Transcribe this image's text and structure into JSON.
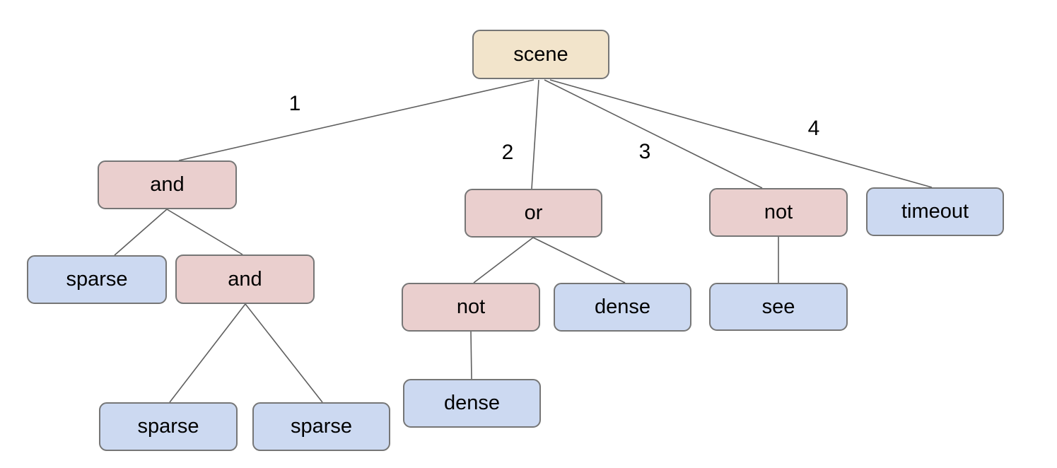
{
  "diagram": {
    "type": "tree",
    "description": "behavior tree for scene with logical operators",
    "tree": {
      "label": "scene",
      "children": [
        {
          "edge": "1",
          "label": "and",
          "children": [
            {
              "label": "sparse"
            },
            {
              "label": "and",
              "children": [
                {
                  "label": "sparse"
                },
                {
                  "label": "sparse"
                }
              ]
            }
          ]
        },
        {
          "edge": "2",
          "label": "or",
          "children": [
            {
              "label": "not",
              "children": [
                {
                  "label": "dense"
                }
              ]
            },
            {
              "label": "dense"
            }
          ]
        },
        {
          "edge": "3",
          "label": "not",
          "children": [
            {
              "label": "see"
            }
          ]
        },
        {
          "edge": "4",
          "label": "timeout"
        }
      ]
    }
  },
  "nodes": {
    "scene": {
      "label": "scene",
      "type": "root"
    },
    "and1": {
      "label": "and",
      "type": "operator"
    },
    "or1": {
      "label": "or",
      "type": "operator"
    },
    "not1": {
      "label": "not",
      "type": "operator"
    },
    "timeout1": {
      "label": "timeout",
      "type": "leaf"
    },
    "sparse1": {
      "label": "sparse",
      "type": "leaf"
    },
    "and2": {
      "label": "and",
      "type": "operator"
    },
    "not2": {
      "label": "not",
      "type": "operator"
    },
    "dense1": {
      "label": "dense",
      "type": "leaf"
    },
    "see1": {
      "label": "see",
      "type": "leaf"
    },
    "dense2": {
      "label": "dense",
      "type": "leaf"
    },
    "sparse2": {
      "label": "sparse",
      "type": "leaf"
    },
    "sparse3": {
      "label": "sparse",
      "type": "leaf"
    }
  },
  "edges": {
    "e1": {
      "label": "1"
    },
    "e2": {
      "label": "2"
    },
    "e3": {
      "label": "3"
    },
    "e4": {
      "label": "4"
    }
  },
  "colors": {
    "root_fill": "#f2e4cb",
    "operator_fill": "#eacfce",
    "leaf_fill": "#ccd9f1",
    "node_border": "#767676",
    "edge_line": "#5f5f5f",
    "text": "#000000",
    "background": "#ffffff"
  }
}
